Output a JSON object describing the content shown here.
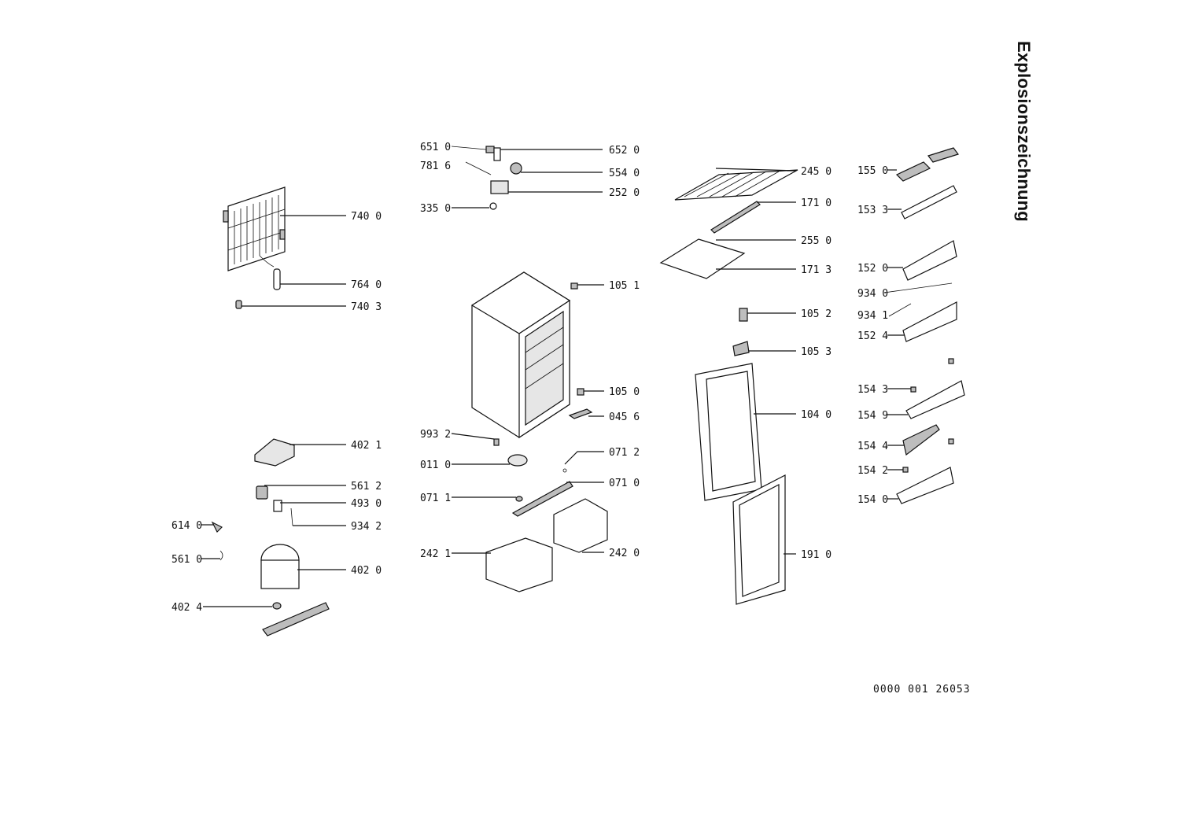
{
  "title": "Explosionszeichnung",
  "document_number": "0000 001 26053",
  "parts": [
    {
      "id": "740-0",
      "label": "740 0"
    },
    {
      "id": "764-0",
      "label": "764 0"
    },
    {
      "id": "740-3",
      "label": "740 3"
    },
    {
      "id": "651-0",
      "label": "651 0"
    },
    {
      "id": "781-6",
      "label": "781 6"
    },
    {
      "id": "335-0",
      "label": "335 0"
    },
    {
      "id": "652-0",
      "label": "652 0"
    },
    {
      "id": "554-0",
      "label": "554 0"
    },
    {
      "id": "252-0",
      "label": "252 0"
    },
    {
      "id": "105-1",
      "label": "105 1"
    },
    {
      "id": "105-0",
      "label": "105 0"
    },
    {
      "id": "045-6",
      "label": "045 6"
    },
    {
      "id": "993-2",
      "label": "993 2"
    },
    {
      "id": "011-0",
      "label": "011 0"
    },
    {
      "id": "071-2",
      "label": "071 2"
    },
    {
      "id": "071-0",
      "label": "071 0"
    },
    {
      "id": "071-1",
      "label": "071 1"
    },
    {
      "id": "242-1",
      "label": "242 1"
    },
    {
      "id": "242-0",
      "label": "242 0"
    },
    {
      "id": "402-1",
      "label": "402 1"
    },
    {
      "id": "561-2",
      "label": "561 2"
    },
    {
      "id": "493-0",
      "label": "493 0"
    },
    {
      "id": "934-2",
      "label": "934 2"
    },
    {
      "id": "614-0",
      "label": "614 0"
    },
    {
      "id": "561-0",
      "label": "561 0"
    },
    {
      "id": "402-0",
      "label": "402 0"
    },
    {
      "id": "402-4",
      "label": "402 4"
    },
    {
      "id": "245-0",
      "label": "245 0"
    },
    {
      "id": "171-0",
      "label": "171 0"
    },
    {
      "id": "255-0",
      "label": "255 0"
    },
    {
      "id": "171-3",
      "label": "171 3"
    },
    {
      "id": "105-2",
      "label": "105 2"
    },
    {
      "id": "105-3",
      "label": "105 3"
    },
    {
      "id": "104-0",
      "label": "104 0"
    },
    {
      "id": "191-0",
      "label": "191 0"
    },
    {
      "id": "155-0",
      "label": "155 0"
    },
    {
      "id": "153-3",
      "label": "153 3"
    },
    {
      "id": "152-0",
      "label": "152 0"
    },
    {
      "id": "934-0",
      "label": "934 0"
    },
    {
      "id": "934-1",
      "label": "934 1"
    },
    {
      "id": "152-4",
      "label": "152 4"
    },
    {
      "id": "154-3",
      "label": "154 3"
    },
    {
      "id": "154-9",
      "label": "154 9"
    },
    {
      "id": "154-4",
      "label": "154 4"
    },
    {
      "id": "154-2",
      "label": "154 2"
    },
    {
      "id": "154-0",
      "label": "154 0"
    }
  ]
}
